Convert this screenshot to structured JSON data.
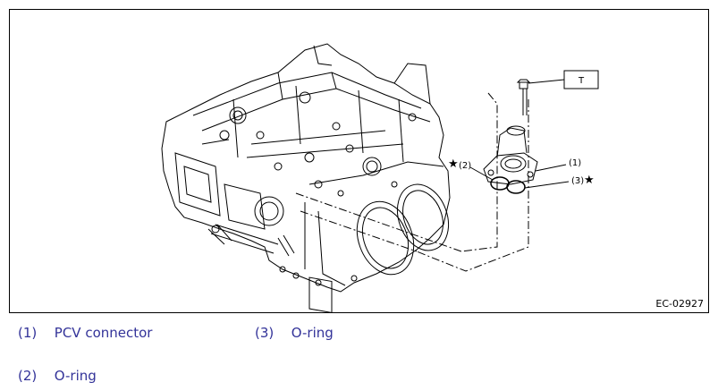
{
  "figure": {
    "code": "EC-02927",
    "torque_label": "T",
    "callouts": {
      "c1": "(1)",
      "c2": "(2)",
      "c3": "(3)",
      "star": "★"
    },
    "icons": [
      "engine-block-drawing",
      "pcv-connector-drawing",
      "bolt-drawing",
      "o-ring-drawing",
      "star-icon"
    ]
  },
  "legend": {
    "items": [
      {
        "num": "(1)",
        "label": "PCV connector"
      },
      {
        "num": "(2)",
        "label": "O-ring"
      },
      {
        "num": "(3)",
        "label": "O-ring"
      }
    ]
  }
}
